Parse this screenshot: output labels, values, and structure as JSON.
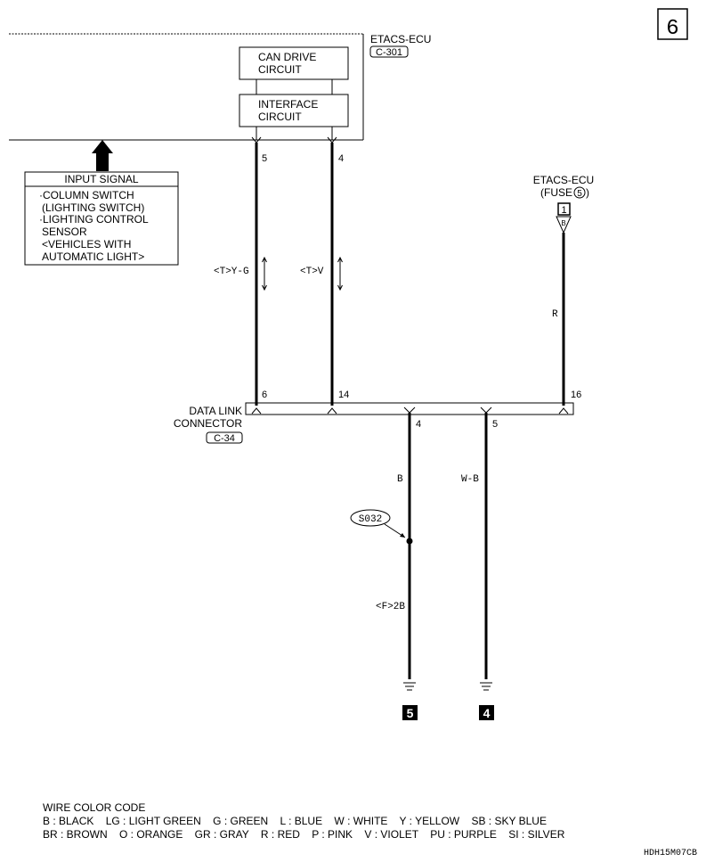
{
  "page_number": "6",
  "ecu": {
    "name": "ETACS-ECU",
    "connector": "C-301",
    "blocks": [
      {
        "lines": [
          "CAN DRIVE",
          "CIRCUIT"
        ]
      },
      {
        "lines": [
          "INTERFACE",
          "CIRCUIT"
        ]
      }
    ]
  },
  "input_signal": {
    "title": "INPUT SIGNAL",
    "lines": [
      "·COLUMN SWITCH",
      "(LIGHTING SWITCH)",
      "·LIGHTING CONTROL",
      "SENSOR",
      "<VEHICLES WITH",
      "AUTOMATIC LIGHT>"
    ]
  },
  "fuse_source": {
    "line1": "ETACS-ECU",
    "line2": "(FUSE",
    "fuse_number": "5",
    "line2_end": ")",
    "box_number": "1",
    "pin_letter": "B"
  },
  "wires": {
    "left": {
      "ecu_pin": "5",
      "dlc_pin": "6",
      "label": "<T>Y-G"
    },
    "right": {
      "ecu_pin": "4",
      "dlc_pin": "14",
      "label": "<T>V"
    },
    "fuse": {
      "dlc_pin": "16",
      "label": "R"
    },
    "ground_b": {
      "dlc_pin": "4",
      "label": "B",
      "splice": "S032",
      "harness_label": "<F>2B",
      "ground_number": "5"
    },
    "ground_wb": {
      "dlc_pin": "5",
      "label": "W-B",
      "ground_number": "4"
    }
  },
  "dlc": {
    "name_line1": "DATA LINK",
    "name_line2": "CONNECTOR",
    "connector": "C-34"
  },
  "legend": {
    "title": "WIRE COLOR CODE",
    "row1": "B : BLACK    LG : LIGHT GREEN    G : GREEN    L : BLUE    W : WHITE    Y : YELLOW    SB : SKY BLUE",
    "row2": "BR : BROWN    O : ORANGE    GR : GRAY    R : RED    P : PINK    V : VIOLET    PU : PURPLE    SI : SILVER"
  },
  "diagram_code": "HDH15M07CB"
}
